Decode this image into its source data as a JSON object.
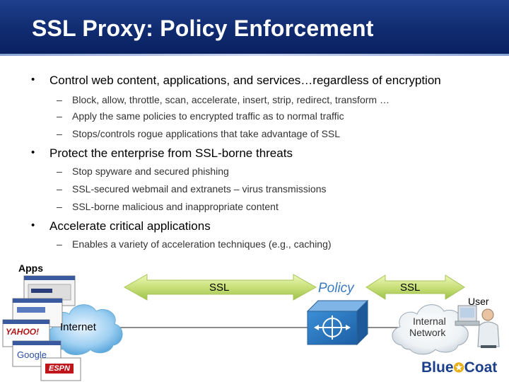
{
  "slide": {
    "title": "SSL Proxy:  Policy Enforcement",
    "bullets": [
      {
        "text": "Control web content, applications, and services…regardless of encryption",
        "subs": [
          "Block, allow, throttle, scan, accelerate, insert, strip, redirect, transform …",
          "Apply the same policies to encrypted traffic as to normal traffic",
          "Stops/controls rogue applications that take advantage of SSL"
        ]
      },
      {
        "text": "Protect the enterprise from SSL-borne threats",
        "subs": [
          "Stop spyware and secured phishing",
          "SSL-secured webmail and extranets – virus transmissions",
          "SSL-borne malicious and inappropriate content"
        ]
      },
      {
        "text": "Accelerate critical applications",
        "subs": [
          "Enables a variety of acceleration techniques (e.g., caching)"
        ]
      }
    ]
  },
  "diagram": {
    "apps_label": "Apps",
    "ssl_left": "SSL",
    "policy": "Policy",
    "ssl_right": "SSL",
    "internet": "Internet",
    "internal_network_line1": "Internal",
    "internal_network_line2": "Network",
    "user": "User",
    "app_logos": [
      "YAHOO!",
      "Google",
      "ESPN"
    ]
  },
  "branding": {
    "logo_part1": "Blue",
    "logo_part2": "Coat"
  }
}
